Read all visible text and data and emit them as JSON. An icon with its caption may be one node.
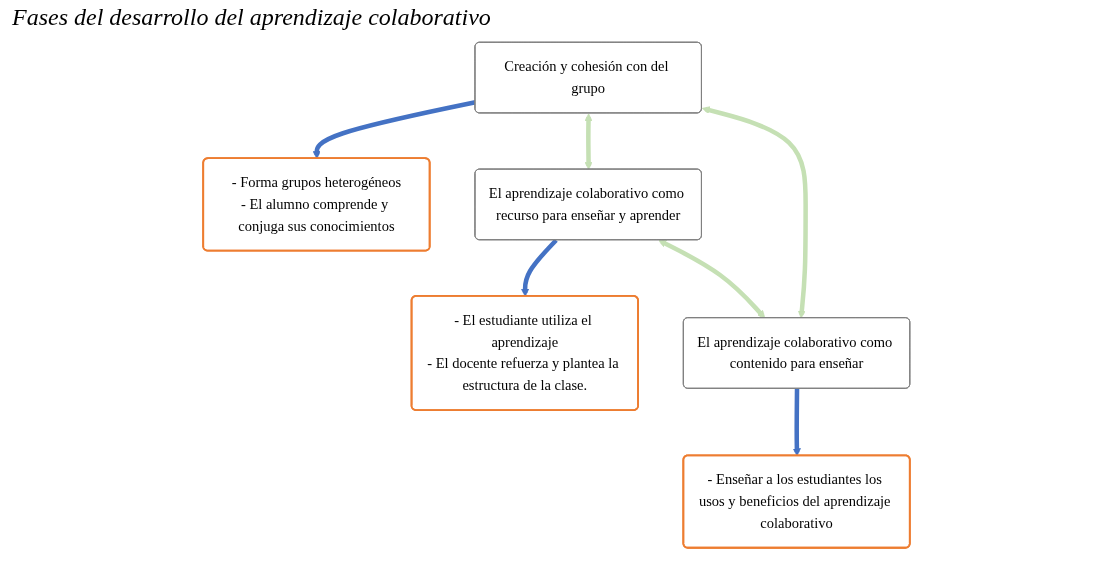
{
  "diagram": {
    "title": "Fases del desarrollo del aprendizaje colaborativo",
    "nodes": [
      {
        "text": [
          "Creación y cohesión con del grupo"
        ]
      },
      {
        "text": [
          "- Forma grupos heterogéneos",
          "- El alumno comprende y conjuga sus conocimientos"
        ]
      },
      {
        "text": [
          "- El estudiante utiliza el aprendizaje",
          "- El docente refuerza y plantea la estructura de la clase."
        ]
      },
      {
        "text": [
          "- Enseñar a los estudiantes los usos y beneficios del aprendizaje colaborativo"
        ]
      },
      {
        "text": [
          "El aprendizaje colaborativo como recurso para enseñar y aprender"
        ]
      },
      {
        "text": [
          "El aprendizaje colaborativo como contenido para enseñar"
        ]
      }
    ],
    "edges": [
      {
        "from": 0,
        "to": 1,
        "arrow": "to",
        "color": "#4472c4"
      },
      {
        "from": 0,
        "to": 4,
        "arrow": "both",
        "color": "#c5e0b4"
      },
      {
        "from": 0,
        "to": 5,
        "arrow": "both",
        "color": "#c5e0b4"
      },
      {
        "from": 5,
        "to": 3,
        "arrow": "to",
        "color": "#4472c4"
      },
      {
        "from": 4,
        "to": 5,
        "arrow": "both",
        "color": "#c5e0b4"
      },
      {
        "from": 4,
        "to": 2,
        "arrow": "to",
        "color": "#4472c4"
      }
    ]
  }
}
